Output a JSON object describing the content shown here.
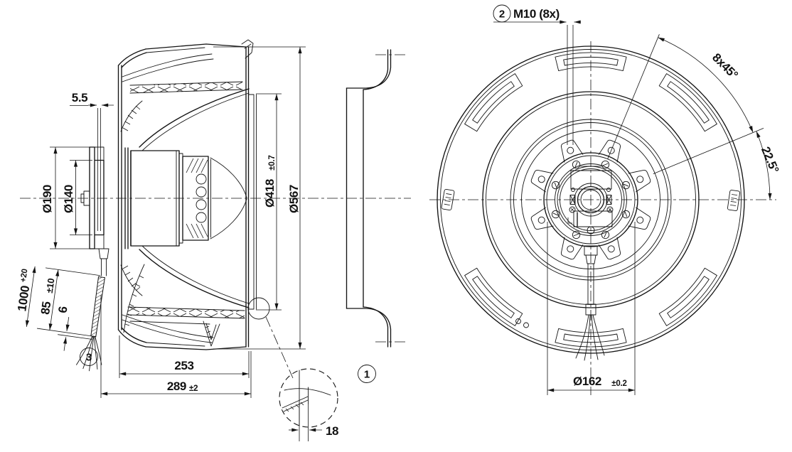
{
  "page": {
    "background": "#ffffff",
    "line_color": "#141414"
  },
  "drawing_type": "fan-dimensional-drawing",
  "labels": {
    "balloon_1": "1",
    "balloon_2": "2",
    "balloon_3": "3",
    "thread_callout": "M10 (8x)",
    "plate_offset": "5.5",
    "motor_flange_dia": "Ø190",
    "motor_body_dia": "Ø140",
    "cable_length": "1000",
    "cable_length_tol": "+20",
    "cable_strip": "85",
    "cable_strip_tol": "±10",
    "cable_tip": "6",
    "depth_inner": "253",
    "depth_total": "289",
    "depth_total_tol": "±2",
    "inlet_dia": "Ø418",
    "inlet_dia_tol": "±0.7",
    "impeller_dia": "Ø567",
    "blade_gap": "18",
    "bolt_pattern_angle": "8x45°",
    "bolt_half_angle": "22.5°",
    "pitch_circle_dia": "Ø162",
    "pitch_circle_tol": "±0.2"
  }
}
